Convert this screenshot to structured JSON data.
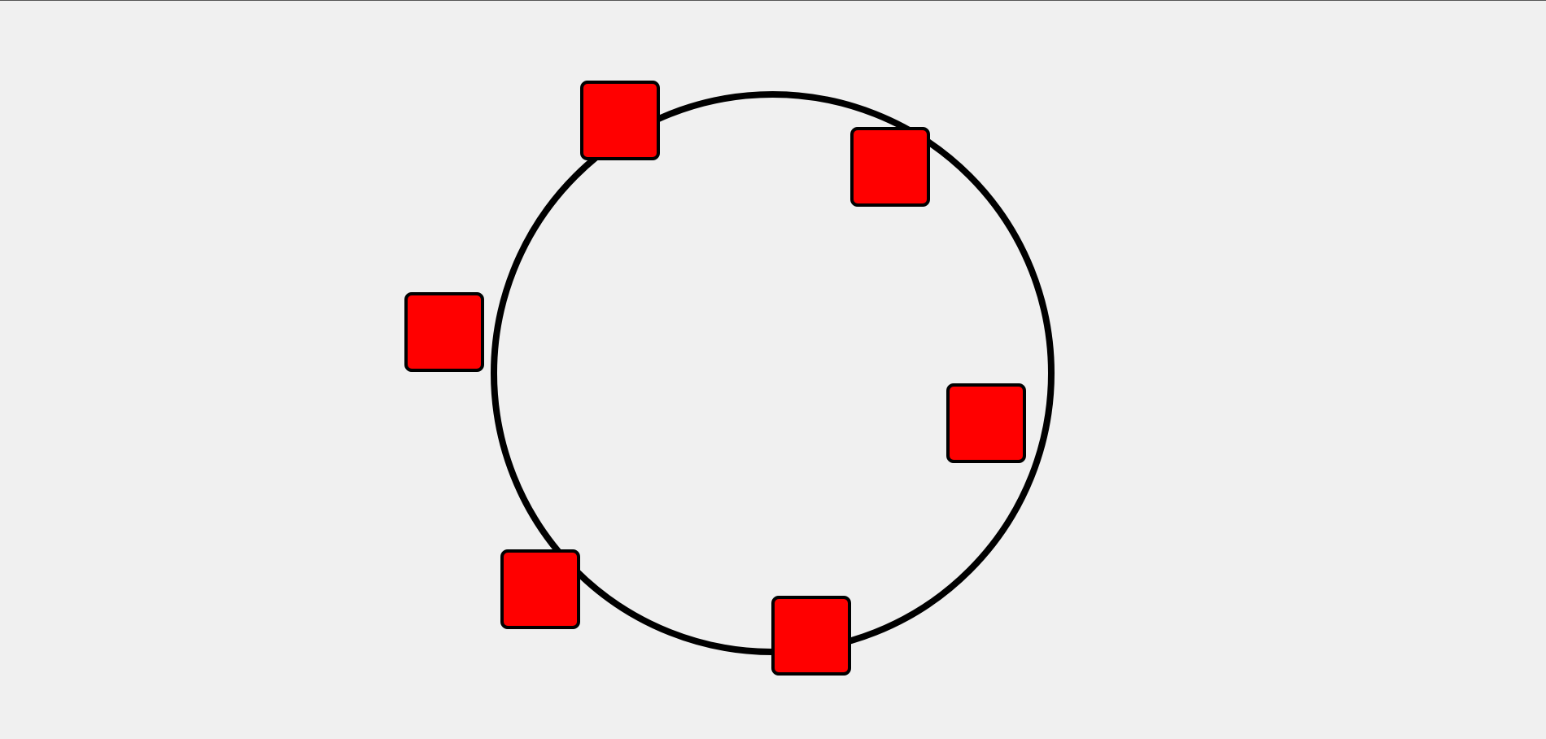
{
  "colors": {
    "background": "#f0f0f0",
    "ring_stroke": "#000000",
    "target_fill": "#ff0000",
    "target_border": "#000000"
  },
  "ring": {
    "shape": "circle"
  },
  "targets": [
    {
      "shape": "rounded-square",
      "color": "red"
    },
    {
      "shape": "rounded-square",
      "color": "red"
    },
    {
      "shape": "rounded-square",
      "color": "red"
    },
    {
      "shape": "rounded-square",
      "color": "red"
    },
    {
      "shape": "rounded-square",
      "color": "red"
    },
    {
      "shape": "rounded-square",
      "color": "red"
    }
  ]
}
